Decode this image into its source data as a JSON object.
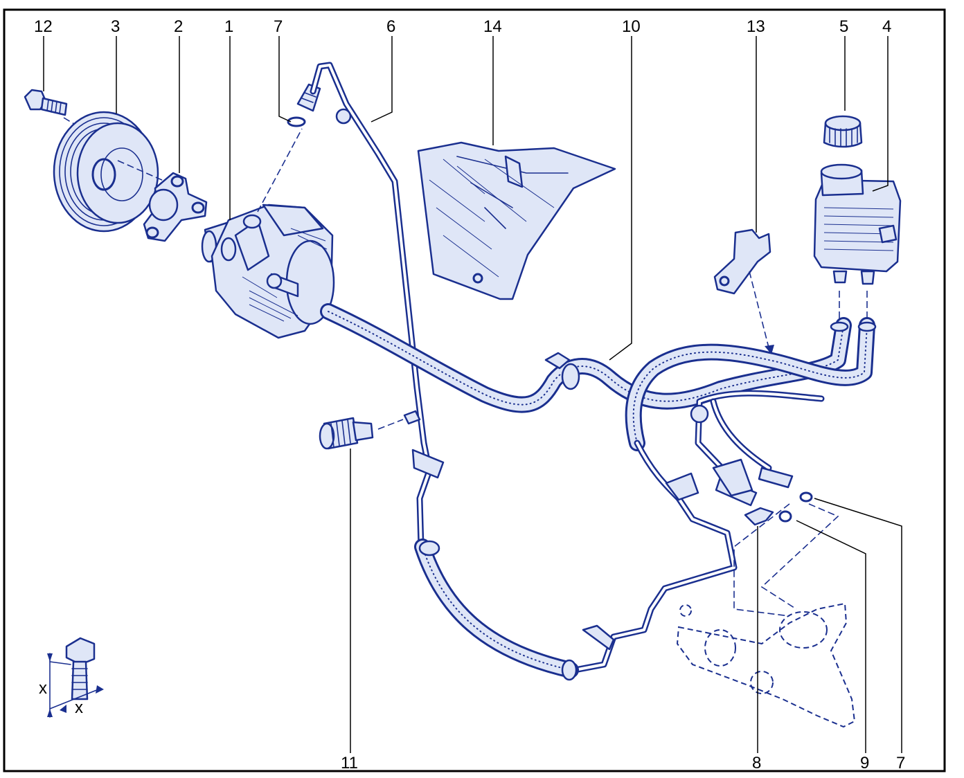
{
  "diagram": {
    "callouts": [
      {
        "id": "12",
        "text": "12"
      },
      {
        "id": "3",
        "text": "3"
      },
      {
        "id": "2",
        "text": "2"
      },
      {
        "id": "1",
        "text": "1"
      },
      {
        "id": "7a",
        "text": "7"
      },
      {
        "id": "6",
        "text": "6"
      },
      {
        "id": "14",
        "text": "14"
      },
      {
        "id": "10",
        "text": "10"
      },
      {
        "id": "13",
        "text": "13"
      },
      {
        "id": "5",
        "text": "5"
      },
      {
        "id": "4",
        "text": "4"
      },
      {
        "id": "11",
        "text": "11"
      },
      {
        "id": "8",
        "text": "8"
      },
      {
        "id": "9",
        "text": "9"
      },
      {
        "id": "7b",
        "text": "7"
      }
    ],
    "dimension_symbol": {
      "label_vertical": "x",
      "label_horizontal": "x"
    },
    "colors": {
      "ink": "#1a2f8f",
      "frame": "#000000",
      "fill": "#dfe6f7"
    }
  }
}
